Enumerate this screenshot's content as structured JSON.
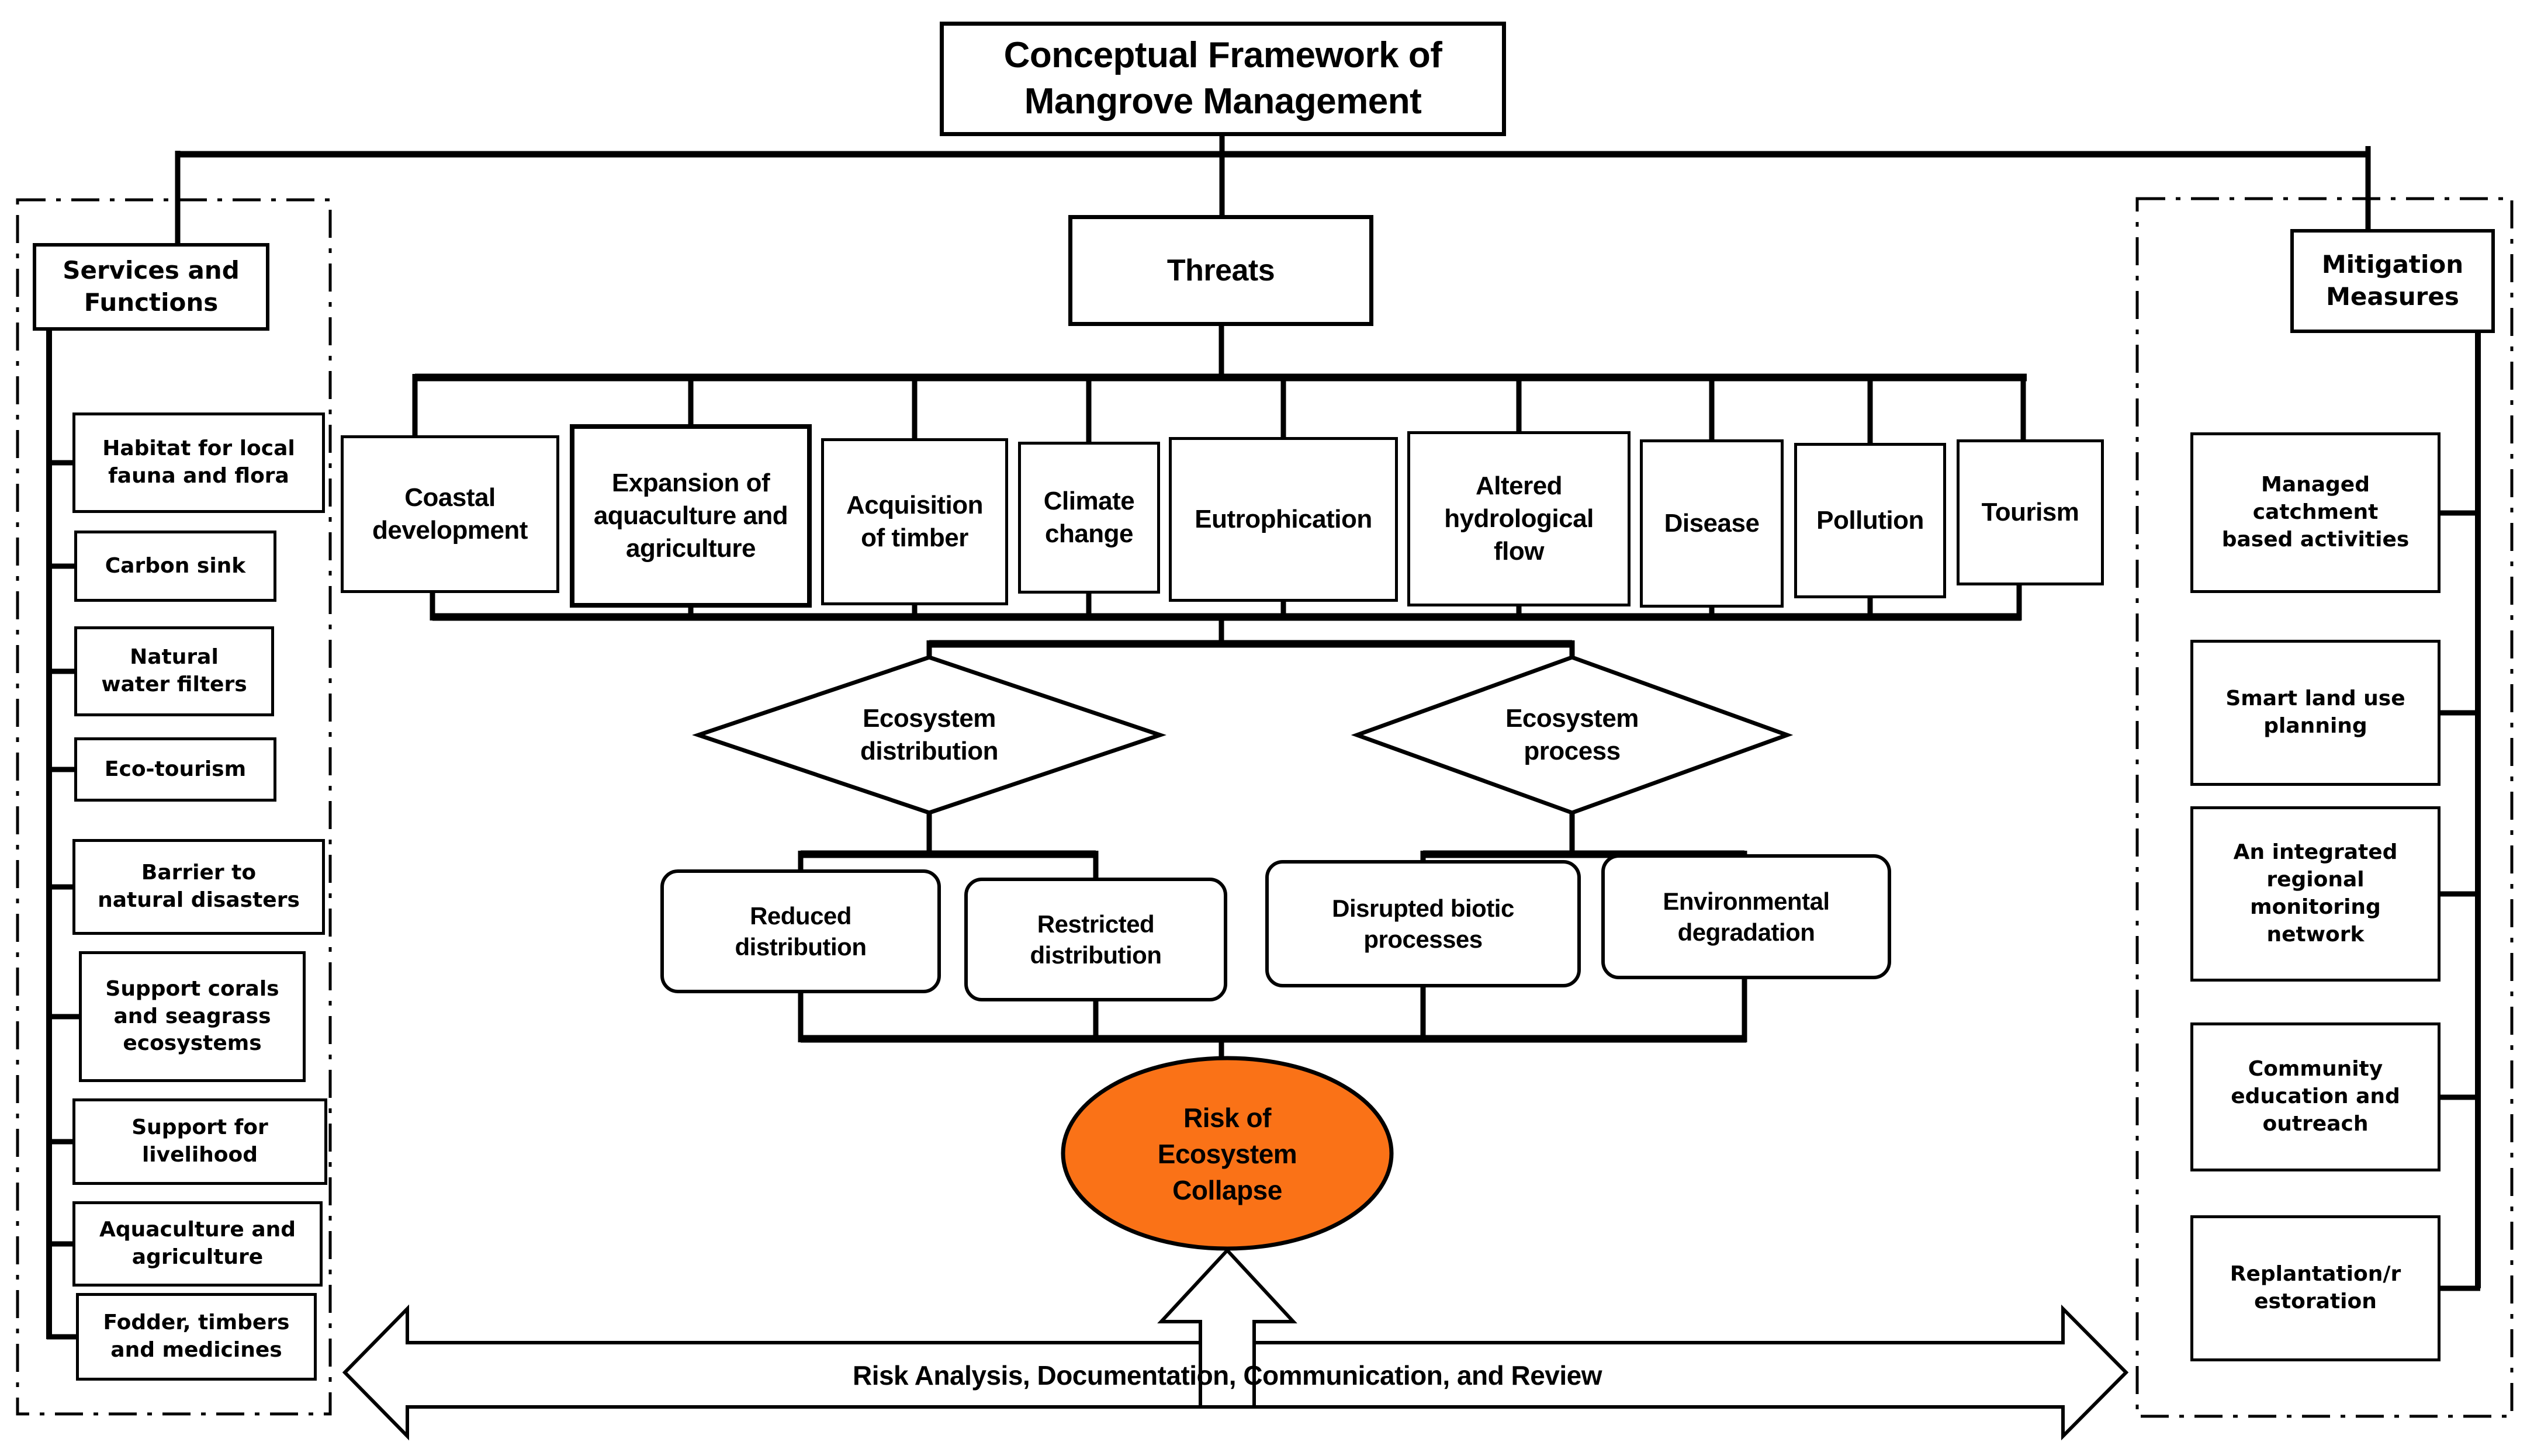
{
  "title": "Conceptual Framework of\nMangrove Management",
  "left_panel": {
    "header": "Services and\nFunctions",
    "items": [
      "Habitat for local\nfauna and flora",
      "Carbon sink",
      "Natural\nwater filters",
      "Eco-tourism",
      "Barrier to\nnatural disasters",
      "Support corals\nand seagrass\necosystems",
      "Support for\nlivelihood",
      "Aquaculture and\nagriculture",
      "Fodder, timbers\nand medicines"
    ]
  },
  "threats": {
    "header": "Threats",
    "items": [
      "Coastal\ndevelopment",
      "Expansion of\naquaculture and\nagriculture",
      "Acquisition\nof timber",
      "Climate\nchange",
      "Eutrophication",
      "Altered\nhydrological\nflow",
      "Disease",
      "Pollution",
      "Tourism"
    ]
  },
  "decisions": [
    "Ecosystem\ndistribution",
    "Ecosystem\nprocess"
  ],
  "outcomes": [
    "Reduced\ndistribution",
    "Restricted\ndistribution",
    "Disrupted biotic\nprocesses",
    "Environmental\ndegradation"
  ],
  "risk": {
    "label": "Risk of\nEcosystem\nCollapse",
    "fill_color": "#fa7217",
    "stroke_color": "#000000"
  },
  "bottom_bar": {
    "label": "Risk Analysis, Documentation, Communication, and Review"
  },
  "right_panel": {
    "header": "Mitigation\nMeasures",
    "items": [
      "Managed\ncatchment\nbased activities",
      "Smart land use\nplanning",
      "An integrated\nregional\nmonitoring\nnetwork",
      "Community\neducation and\noutreach",
      "Replantation/r\nestoration"
    ]
  }
}
